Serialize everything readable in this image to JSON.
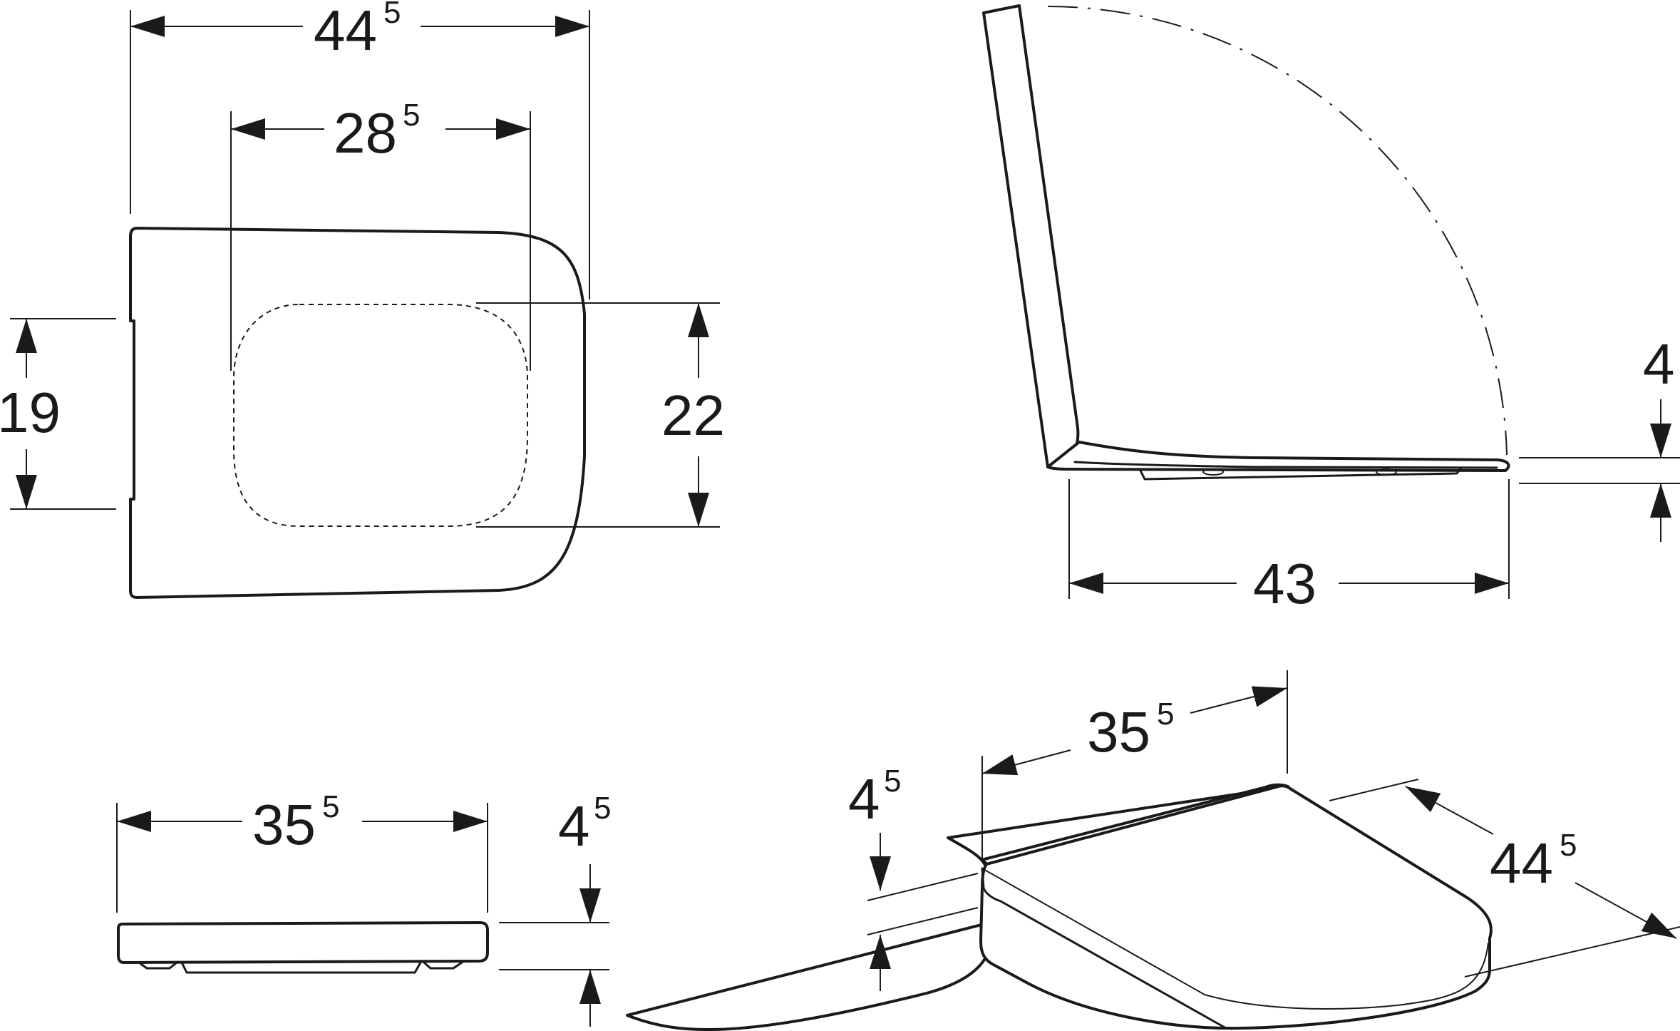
{
  "top_view": {
    "width_overall": {
      "main": "44",
      "sup": "5"
    },
    "width_opening": {
      "main": "28",
      "sup": "5"
    },
    "hinge_span": {
      "main": "19"
    },
    "opening_depth": {
      "main": "22"
    }
  },
  "side_view": {
    "depth": {
      "main": "43"
    },
    "thickness": {
      "main": "4"
    }
  },
  "front_view": {
    "width": {
      "main": "35",
      "sup": "5"
    },
    "height": {
      "main": "4",
      "sup": "5"
    }
  },
  "iso_view": {
    "width": {
      "main": "35",
      "sup": "5"
    },
    "height": {
      "main": "4",
      "sup": "5"
    },
    "length": {
      "main": "44",
      "sup": "5"
    }
  },
  "colors": {
    "line": "#1a1a1a",
    "background": "#ffffff"
  }
}
